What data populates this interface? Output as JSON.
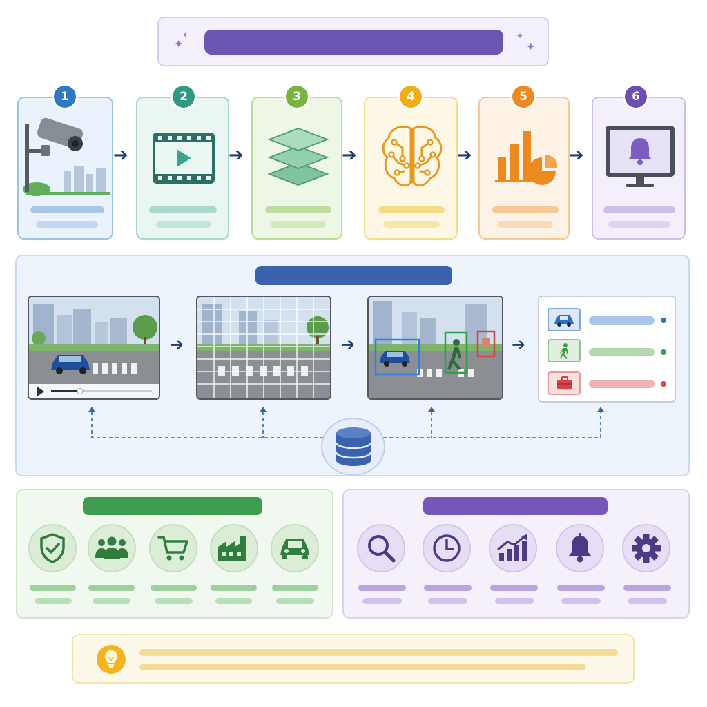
{
  "steps": [
    {
      "number": "1",
      "icon": "cctv-camera-icon",
      "color": "#2f79c2"
    },
    {
      "number": "2",
      "icon": "video-film-icon",
      "color": "#2e9a82"
    },
    {
      "number": "3",
      "icon": "layers-icon",
      "color": "#7ab43e"
    },
    {
      "number": "4",
      "icon": "brain-circuit-icon",
      "color": "#efad16"
    },
    {
      "number": "5",
      "icon": "analytics-chart-icon",
      "color": "#ec8a1f"
    },
    {
      "number": "6",
      "icon": "monitor-alert-icon",
      "color": "#6c4fae"
    }
  ],
  "colors": {
    "title_bar": "#6a55b1",
    "pipeline_bar": "#3b63ad",
    "apps_bar": "#3f9b4e",
    "features_bar": "#7556b9",
    "tip_bar": "#f3dd96"
  },
  "detections": [
    {
      "icon": "car-icon",
      "color": "#2f6fc0"
    },
    {
      "icon": "pedestrian-icon",
      "color": "#3a9a4c"
    },
    {
      "icon": "bag-icon",
      "color": "#d64545"
    }
  ],
  "applications": [
    "shield-check-icon",
    "people-group-icon",
    "shopping-cart-icon",
    "factory-icon",
    "car-icon"
  ],
  "features": [
    "search-icon",
    "clock-icon",
    "trend-chart-icon",
    "bell-icon",
    "gear-icon"
  ],
  "tip_icon": "lightbulb-icon",
  "storage_icon": "database-icon"
}
